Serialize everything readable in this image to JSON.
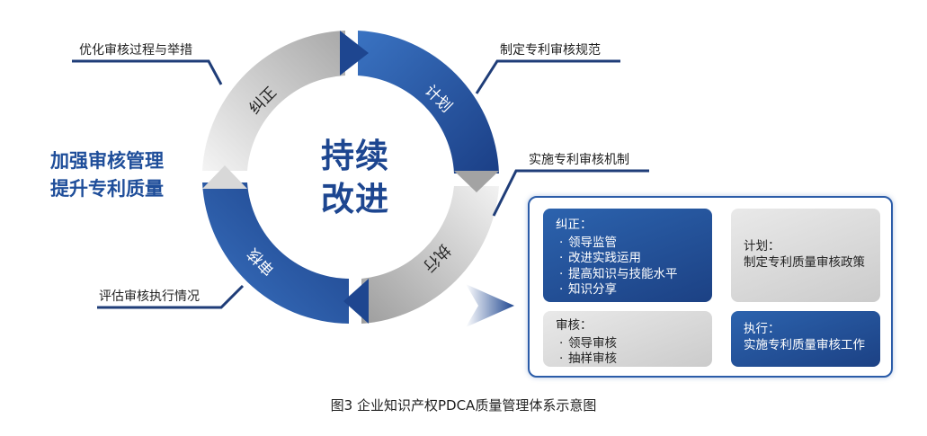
{
  "cycle": {
    "center_line1": "持续",
    "center_line2": "改进",
    "segments": [
      {
        "key": "plan",
        "label": "计划"
      },
      {
        "key": "do",
        "label": "执行"
      },
      {
        "key": "check",
        "label": "审核"
      },
      {
        "key": "act",
        "label": "纠正"
      }
    ],
    "colors": {
      "blue_dark": "#1e4690",
      "blue_light": "#2f68b9",
      "gray_dark": "#9c9c9c",
      "gray_light": "#e4e4e4",
      "navy": "#1f3d78"
    }
  },
  "callouts": {
    "act": "优化审核过程与举措",
    "plan": "制定专利审核规范",
    "do": "实施专利审核机制",
    "check": "评估审核执行情况"
  },
  "slogan": {
    "line1": "加强审核管理",
    "line2": "提升专利质量"
  },
  "panel": {
    "act": {
      "title": "纠正：",
      "items": [
        "领导监管",
        "改进实践运用",
        "提高知识与技能水平",
        "知识分享"
      ]
    },
    "plan": {
      "title": "计划：",
      "text": "制定专利质量审核政策"
    },
    "check": {
      "title": "审核：",
      "items": [
        "领导审核",
        "抽样审核"
      ]
    },
    "do": {
      "title": "执行：",
      "text": "实施专利质量审核工作"
    }
  },
  "caption": "图3  企业知识产权PDCA质量管理体系示意图"
}
